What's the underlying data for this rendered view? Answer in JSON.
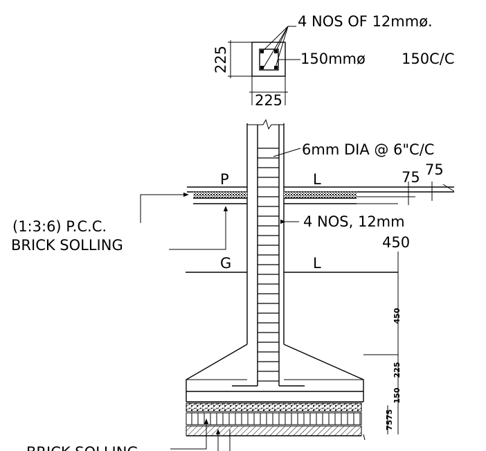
{
  "column_section": {
    "bars_label": "4  NOS  OF  12mmø.",
    "tie_label": "150mmø",
    "tie_spacing": "150C/C",
    "dim_side": "225",
    "dim_bottom": "225"
  },
  "elevation": {
    "stirrup_label": "6mm  DIA  @  6\"C/C",
    "main_bars_label": "4  NOS,  12mm",
    "plinth_p": "P",
    "plinth_l": "L",
    "ground_g": "G",
    "ground_l": "L",
    "pcc_label": "(1:3:6)  P.C.C.",
    "brick_soling_label_1": "BRICK  SOLLING",
    "brick_soling_label_2": "BRICK  SOLLING",
    "dim_75_a": "75",
    "dim_75_b": "75",
    "dim_450_top": "450",
    "dim_450_vertical": "450",
    "dim_225_vertical": "225",
    "dim_150_vertical": "150",
    "dim_75_vertical": "7575"
  }
}
